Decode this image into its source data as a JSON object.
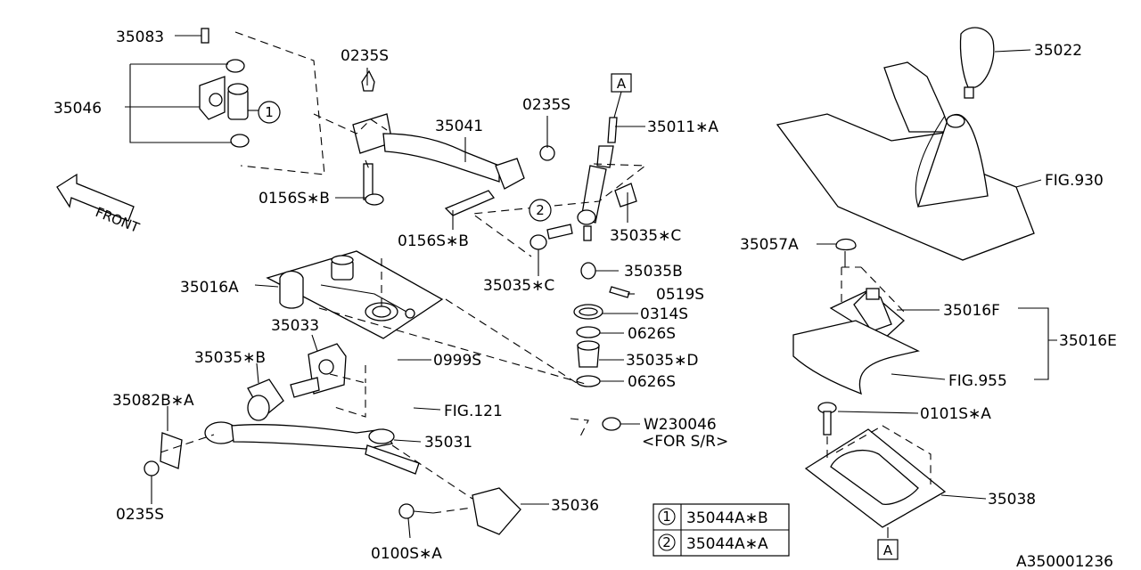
{
  "labels": {
    "p35083": "35083",
    "p35046": "35046",
    "p0235s_top": "0235S",
    "p35041": "35041",
    "p0235s_right": "0235S",
    "p35011a": "35011∗A",
    "p0156sb_left": "0156S∗B",
    "p0156sb_mid": "0156S∗B",
    "p35035c_right": "35035∗C",
    "p35035c_left": "35035∗C",
    "p35035b": "35035B",
    "p0519s": "0519S",
    "p0314s": "0314S",
    "p0626s_top": "0626S",
    "p0999s": "0999S",
    "p35035d": "35035∗D",
    "p0626s_bottom": "0626S",
    "p35016a": "35016A",
    "p35033": "35033",
    "p35035b_star": "35035∗B",
    "p35082ba": "35082B∗A",
    "pfig121": "FIG.121",
    "p35031": "35031",
    "p0235s_bottom": "0235S",
    "p35036": "35036",
    "p0100sa": "0100S∗A",
    "pw230046": "W230046",
    "pw230046_note": "<FOR S/R>",
    "p35022": "35022",
    "pfig930": "FIG.930",
    "p35057a": "35057A",
    "p35016f": "35016F",
    "p35016e": "35016E",
    "pfig955": "FIG.955",
    "p0101sa": "0101S∗A",
    "p35038": "35038",
    "front": "FRONT",
    "ref_a_top": "A",
    "ref_a_bottom": "A",
    "callout_1": "1",
    "callout_2": "2",
    "diagram_id": "A350001236"
  },
  "legend": [
    {
      "num": "1",
      "part": "35044A∗B"
    },
    {
      "num": "2",
      "part": "35044A∗A"
    }
  ]
}
